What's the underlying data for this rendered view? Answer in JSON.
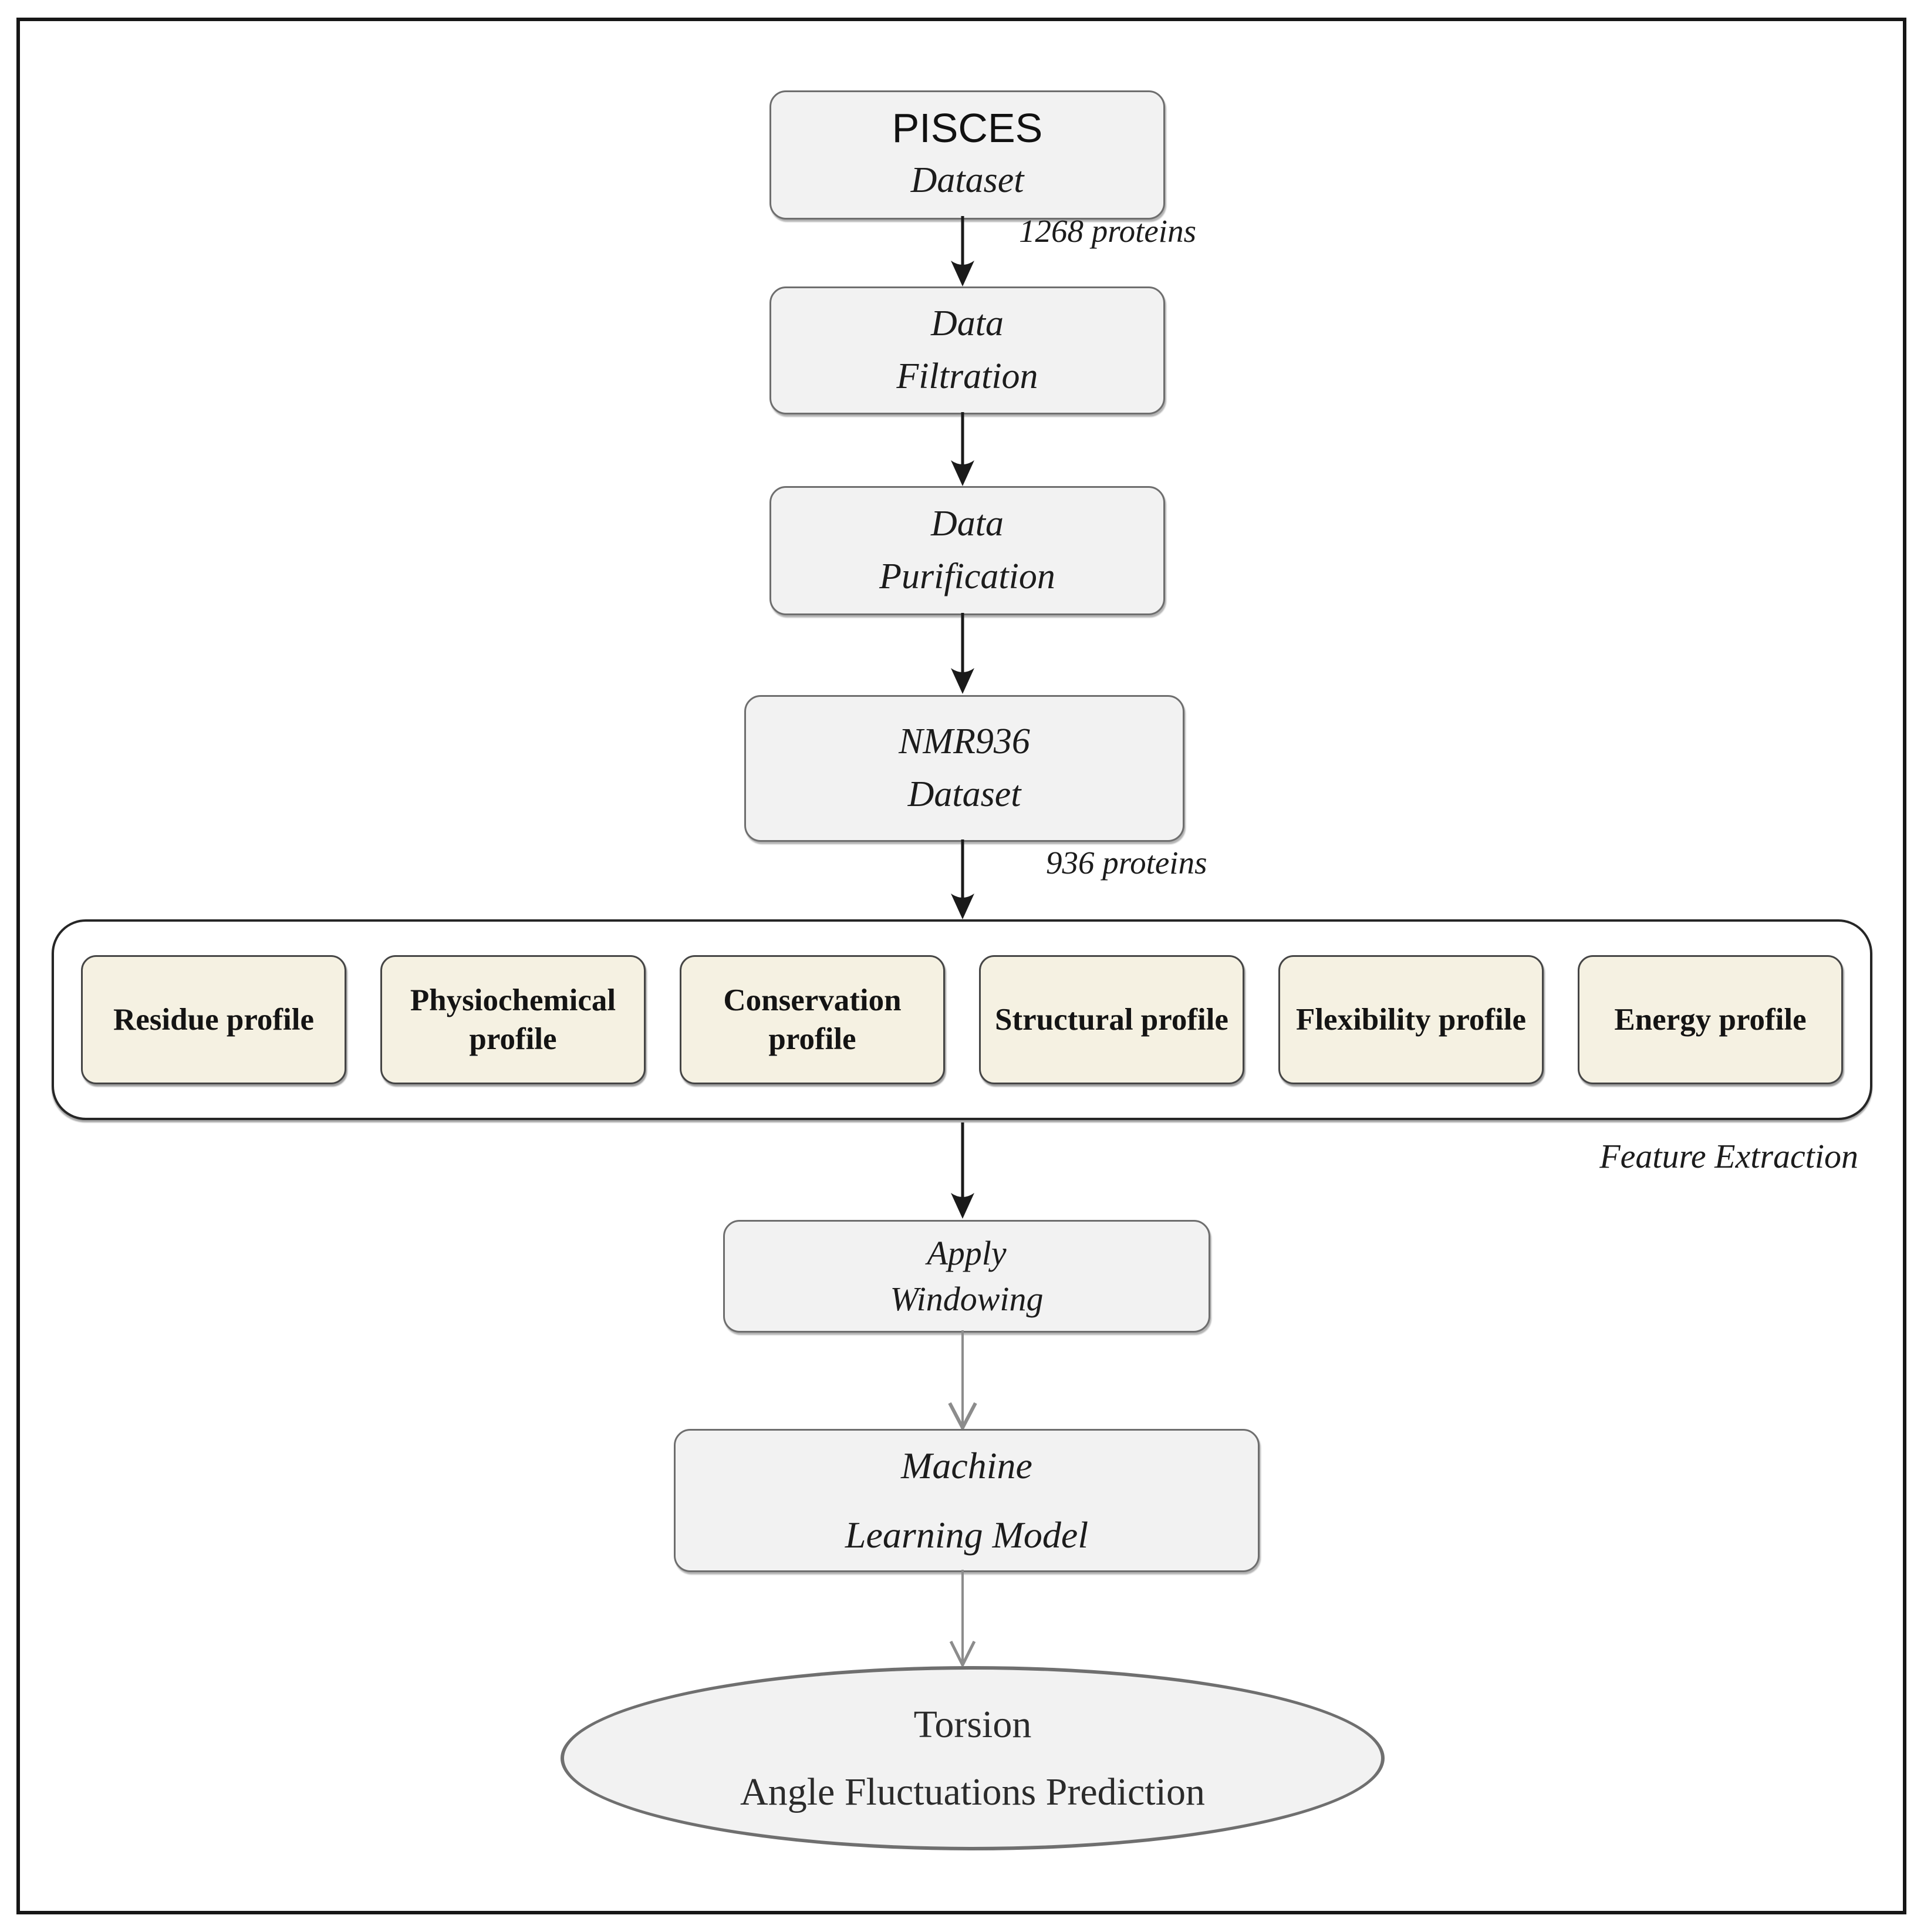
{
  "diagram": {
    "nodes": {
      "pisces": {
        "line1": "PISCES",
        "line2": "Dataset"
      },
      "filtration": {
        "line1": "Data",
        "line2": "Filtration"
      },
      "purification": {
        "line1": "Data",
        "line2": "Purification"
      },
      "nmr936": {
        "line1": "NMR936",
        "line2": "Dataset"
      },
      "windowing": {
        "line1": "Apply",
        "line2": "Windowing"
      },
      "ml_model": {
        "line1": "Machine",
        "line2": "Learning Model"
      },
      "prediction": {
        "line1": "Torsion",
        "line2": "Angle Fluctuations Prediction"
      }
    },
    "edge_labels": {
      "pisces_to_filtration": "1268 proteins",
      "nmr936_to_features": "936 proteins"
    },
    "feature_extraction": {
      "group_label": "Feature Extraction",
      "items": [
        "Residue profile",
        "Physiochemical profile",
        "Conservation profile",
        "Structural profile",
        "Flexibility profile",
        "Energy profile"
      ]
    },
    "colors": {
      "node_fill": "#f2f2f2",
      "node_border": "#6e6e6e",
      "feature_fill": "#f5f1e2",
      "feature_border": "#454545",
      "container_border": "#262626",
      "frame_border": "#161616",
      "arrow_dark": "#1a1a1a",
      "arrow_gray": "#8c8c8c",
      "ellipse_border": "#6f6f6f"
    }
  }
}
